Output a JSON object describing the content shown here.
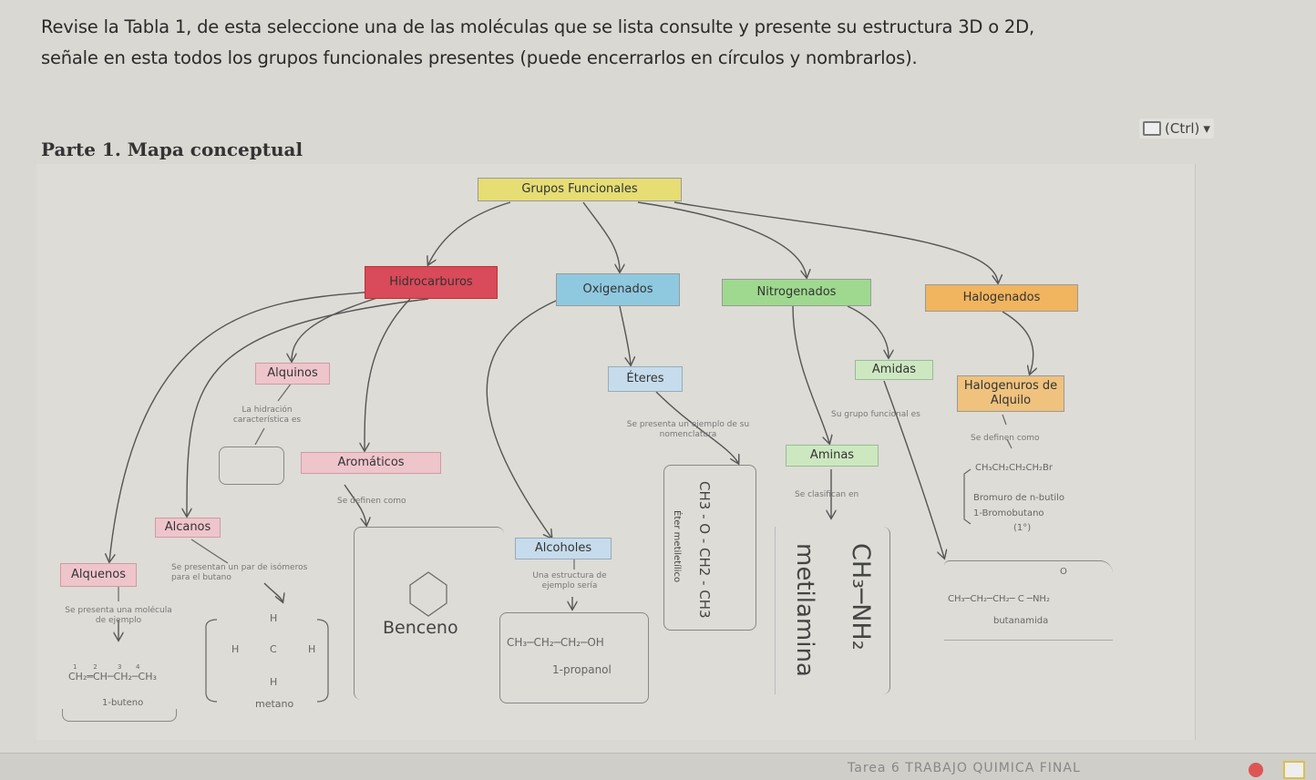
{
  "instructions": {
    "line1": "Revise la Tabla 1, de esta seleccione una de las moléculas que se lista consulte y presente su estructura 3D o 2D,",
    "line2": "señale en esta todos los grupos funcionales presentes (puede encerrarlos en círculos y nombrarlos)."
  },
  "paste_options": "(Ctrl)",
  "section_title": "Parte 1. Mapa conceptual",
  "map": {
    "root": "Grupos Funcionales",
    "hidrocarburos": "Hidrocarburos",
    "oxigenados": "Oxigenados",
    "nitrogenados": "Nitrogenados",
    "halogenados": "Halogenados",
    "alquinos": "Alquinos",
    "alquinos_link": "La hidración característica es",
    "aromaticos": "Aromáticos",
    "aromaticos_link": "Se definen como",
    "benceno": "Benceno",
    "alcanos": "Alcanos",
    "alcanos_link": "Se presentan un par de isómeros para el butano",
    "metano": {
      "h_top": "H",
      "h_left": "H",
      "c": "C",
      "h_right": "H",
      "h_bottom": "H",
      "name": "metano"
    },
    "alquenos": "Alquenos",
    "alquenos_link": "Se presenta una molécula de ejemplo",
    "buteno_numbers": "1        2          3       4",
    "buteno_formula": "CH₂═CH─CH₂─CH₃",
    "buteno_name": "1-buteno",
    "eteres": "Éteres",
    "eteres_link": "Se presenta un ejemplo de su nomenclatura",
    "eter_formula": "CH3 - O - CH2 - CH3",
    "eter_name": "Éter metiletílico",
    "alcoholes": "Alcoholes",
    "alcoholes_link": "Una estructura de ejemplo sería",
    "propanol_formula": "CH₃─CH₂─CH₂─OH",
    "propanol_name": "1-propanol",
    "amidas": "Amidas",
    "amidas_link": "Su grupo funcional es",
    "butanamida_o": "O",
    "butanamida_formula": "CH₃─CH₂─CH₂─ C ─NH₂",
    "butanamida_name": "butanamida",
    "aminas": "Aminas",
    "aminas_link": "Se clasifican en",
    "metilamina_formula": "CH₃─NH₂",
    "metilamina_name": "metilamina",
    "halogenuros": "Halogenuros de Alquilo",
    "halogenuros_link": "Se definen como",
    "bromo_formula": "CH₃CH₂CH₂CH₂Br",
    "bromo_name1": "Bromuro de n-butilo",
    "bromo_name2": "1-Bromobutano",
    "bromo_class": "(1°)"
  },
  "taskbar_text": "Tarea 6 TRABAJO QUIMICA FINAL"
}
